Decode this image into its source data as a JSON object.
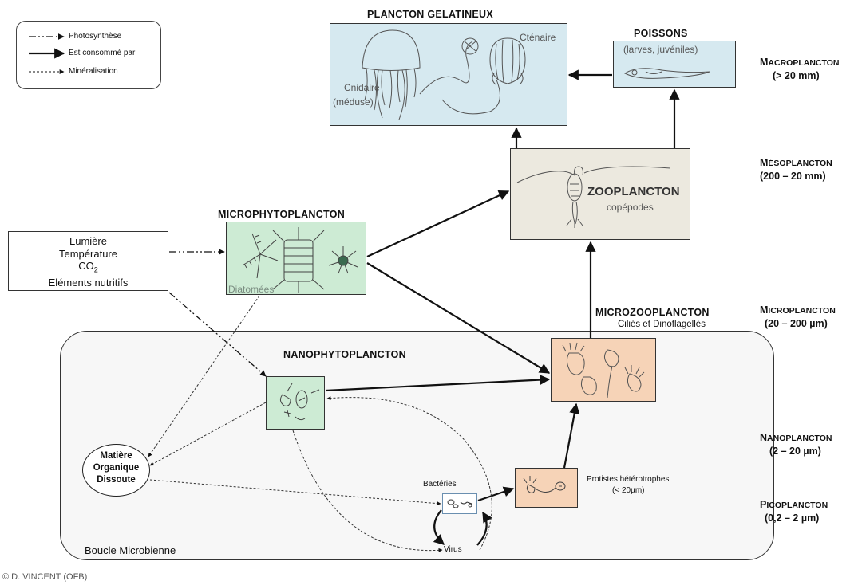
{
  "legend": {
    "photosynthesis": "Photosynthèse",
    "consumed_by": "Est consommé par",
    "mineralisation": "Minéralisation"
  },
  "environment_box": {
    "line1": "Lumière",
    "line2": "Température",
    "line3_prefix": "CO",
    "line3_sub": "2",
    "line4": "Eléments nutritifs"
  },
  "gelatinous": {
    "title": "PLANCTON GELATINEUX",
    "ctenophore": "Cténaire",
    "cnidarian_line1": "Cnidaire",
    "cnidarian_line2": "(méduse)"
  },
  "fish": {
    "title": "POISSONS",
    "subtitle": "(larves, juvéniles)"
  },
  "zooplankton": {
    "title": "ZOOPLANCTON",
    "subtitle": "copépodes"
  },
  "microphyto": {
    "title": "MICROPHYTOPLANCTON",
    "subtitle": "Diatomées"
  },
  "microzoo": {
    "title": "MICROZOOPLANCTON",
    "subtitle": "Ciliés et Dinoflagellés"
  },
  "nanophyto": {
    "title": "NANOPHYTOPLANCTON"
  },
  "dom": {
    "line1": "Matière",
    "line2": "Organique",
    "line3": "Dissoute"
  },
  "bacteria": "Bactéries",
  "virus": "Virus",
  "protists": {
    "line1": "Protistes hétérotrophes",
    "line2": "(< 20µm)"
  },
  "microbial_loop": "Boucle Microbienne",
  "size_classes": [
    {
      "first": "M",
      "rest": "ACROPLANCTON",
      "range": "(> 20 mm)"
    },
    {
      "first": "M",
      "rest": "ÉSOPLANCTON",
      "range": "(200 – 20 mm)"
    },
    {
      "first": "M",
      "rest": "ICROPLANCTON",
      "range": "(20 – 200 µm)"
    },
    {
      "first": "N",
      "rest": "ANOPLANCTON",
      "range": "(2 – 20 µm)"
    },
    {
      "first": "P",
      "rest": "ICOPLANCTON",
      "range": "(0,2 – 2 µm)"
    }
  ],
  "credit": "© D. VINCENT (OFB)",
  "colors": {
    "gelatinous_bg": "#d6e9f0",
    "zooplankton_bg": "#ece9df",
    "microphyto_bg": "#cdebd4",
    "microzoo_bg": "#f6d3b7",
    "loop_bg": "#f7f7f7"
  }
}
